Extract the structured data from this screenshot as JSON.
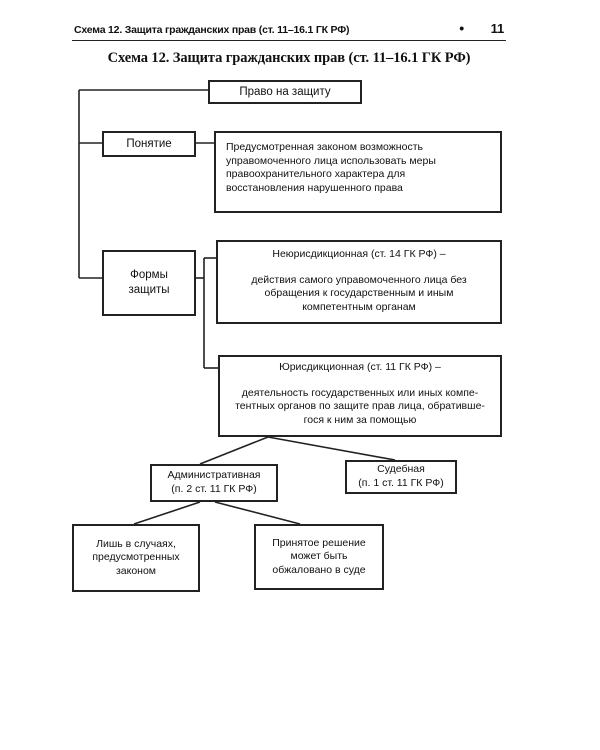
{
  "header": {
    "running_title": "Схема 12. Защита гражданских прав (ст. 11–16.1 ГК РФ)",
    "bullet": "•",
    "page_number": "11"
  },
  "diagram": {
    "title": "Схема 12. Защита гражданских прав (ст. 11–16.1 ГК РФ)",
    "root": {
      "label": "Право на защиту"
    },
    "concept": {
      "label": "Понятие",
      "definition_lines": [
        "Предусмотренная законом возможность",
        "управомоченного лица использовать меры",
        "правоохранительного характера для",
        "восстановления нарушенного права"
      ]
    },
    "forms": {
      "label_lines": [
        "Формы",
        "защиты"
      ]
    },
    "non_jurisdictional": {
      "heading": "Неюрисдикционная (ст. 14 ГК РФ) –",
      "body_lines": [
        "действия самого управомоченного лица без",
        "обращения к государственным и иным",
        "компетентным органам"
      ]
    },
    "jurisdictional": {
      "heading": "Юрисдикционная  (ст. 11 ГК РФ) –",
      "body_lines": [
        "деятельность государственных или иных компе-",
        "тентных органов по защите прав лица, обративше-",
        "гося к ним за помощью"
      ]
    },
    "administrative": {
      "label_lines": [
        "Административная",
        "(п. 2 ст. 11 ГК РФ)"
      ]
    },
    "judicial": {
      "label_lines": [
        "Судебная",
        "(п. 1 ст. 11 ГК РФ)"
      ]
    },
    "only_cases": {
      "label_lines": [
        "Лишь в случаях,",
        "предусмотренных",
        "законом"
      ]
    },
    "decision_appeal": {
      "label_lines": [
        "Принятое решение",
        "может быть",
        "обжаловано в суде"
      ]
    }
  }
}
